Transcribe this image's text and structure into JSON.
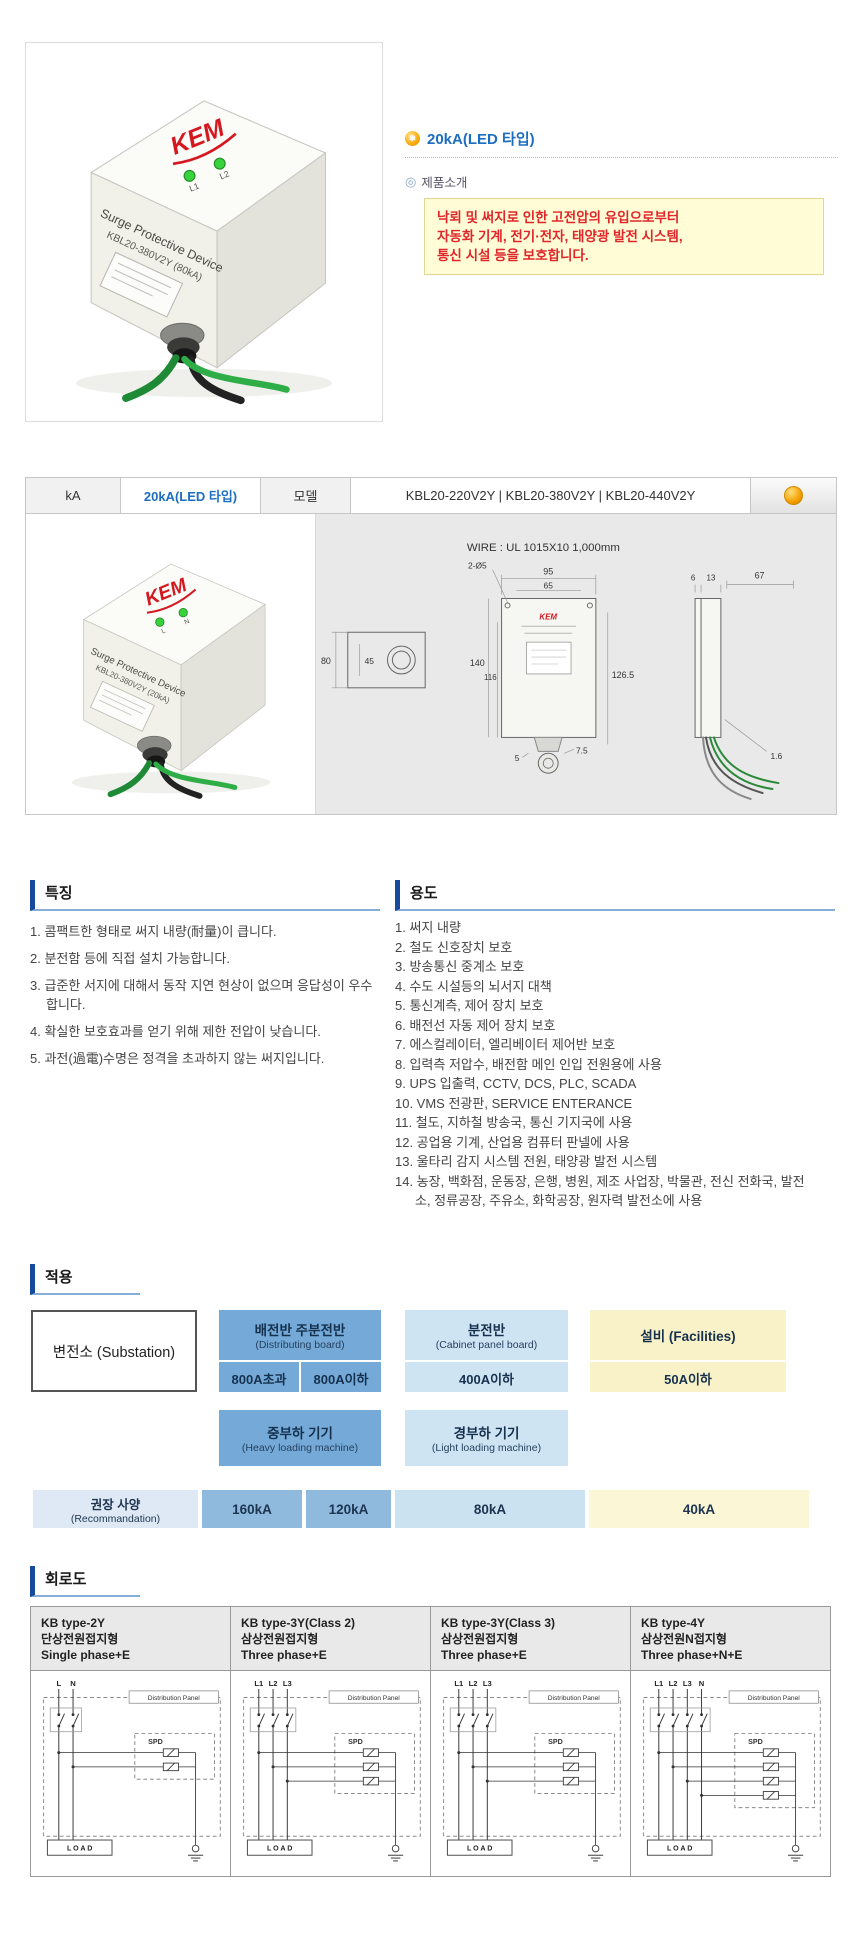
{
  "intro": {
    "title": "20kA(LED 타입)",
    "section_label": "제품소개",
    "note_lines": [
      "낙뢰 및 써지로 인한 고전압의 유입으로부터",
      "자동화 기계, 전기·전자, 태양광 발전 시스템,",
      "통신 시설 등을 보호합니다."
    ]
  },
  "device": {
    "brand": "KEM",
    "name": "Surge Protective Device",
    "photo_main": {
      "model": "KBL20-380V2Y (80kA)",
      "leds": [
        "L1",
        "L2"
      ]
    },
    "photo_table": {
      "model": "KBL20-380V2Y (20kA)",
      "leds": [
        "L",
        "N"
      ]
    }
  },
  "spec_table": {
    "kA_label": "kA",
    "type_label": "20kA(LED 타입)",
    "model_label": "모델",
    "models": "KBL20-220V2Y | KBL20-380V2Y | KBL20-440V2Y",
    "wire_note": "WIRE : UL 1015X10 1,000mm",
    "dims": {
      "width": "95",
      "width_inner": "65",
      "holes": "2-Ø5",
      "height": "140",
      "height_inner": "116",
      "height_total": "126.5",
      "side_height": "80",
      "side_width": "45",
      "gap1": "6",
      "gap2": "13",
      "wire_len": "67",
      "bottom1": "5",
      "bottom2": "7.5",
      "thickness": "1.6"
    }
  },
  "features": {
    "title": "특징",
    "items": [
      "1. 콤팩트한 형태로 써지 내량(耐量)이 큽니다.",
      "2. 분전함 등에 직접 설치 가능합니다.",
      "3. 급준한 서지에 대해서 동작 지연 현상이 없으며 응답성이 우수합니다.",
      "4. 확실한 보호효과를 얻기 위해 제한 전압이 낮습니다.",
      "5. 과전(過電)수명은 정격을 초과하지 않는 써지입니다."
    ]
  },
  "usage": {
    "title": "용도",
    "items": [
      "1. 써지 내량",
      "2. 철도 신호장치 보호",
      "3. 방송통신 중계소 보호",
      "4. 수도 시설등의 뇌서지 대책",
      "5. 통신계측, 제어 장치 보호",
      "6. 배전선 자동 제어 장치 보호",
      "7. 에스컬레이터, 엘리베이터 제어반 보호",
      "8. 입력측 저압수, 배전함 메인 인입 전원용에 사용",
      "9. UPS 입출력, CCTV, DCS, PLC, SCADA",
      "10. VMS 전광판, SERVICE ENTERANCE",
      "11. 철도, 지하철 방송국, 통신 기지국에 사용",
      "12. 공업용 기계, 산업용 컴퓨터 판넬에 사용",
      "13. 울타리 감지 시스템 전원, 태양광 발전 시스템",
      "14. 농장, 백화점, 운동장, 은행, 병원, 제조 사업장, 박물관, 전신 전화국, 발전소, 정류공장, 주유소, 화학공장, 원자력 발전소에 사용"
    ]
  },
  "application": {
    "title": "적용",
    "substation": "변전소 (Substation)",
    "distributing": {
      "ko": "배전반 주분전반",
      "en": "(Distributing board)",
      "cells": [
        "800A초과",
        "800A이하"
      ]
    },
    "cabinet": {
      "ko": "분전반",
      "en": "(Cabinet panel board)",
      "cell": "400A이하"
    },
    "facilities": {
      "ko": "설비 (Facilities)",
      "cell": "50A이하"
    },
    "heavy": {
      "ko": "중부하 기기",
      "en": "(Heavy loading machine)"
    },
    "light": {
      "ko": "경부하 기기",
      "en": "(Light loading machine)"
    },
    "recommend": {
      "ko": "권장 사양",
      "en": "(Recommandation)",
      "values": [
        "160kA",
        "120kA",
        "80kA",
        "40kA"
      ]
    }
  },
  "circuit": {
    "title": "회로도",
    "panel_label": "Distribution Panel",
    "spd_label": "SPD",
    "load_label": "L O A D",
    "columns": [
      {
        "name": "KB type-2Y",
        "type_ko": "단상전원접지형",
        "type_en": "Single phase+E",
        "phases": [
          "L",
          "N"
        ]
      },
      {
        "name": "KB type-3Y(Class 2)",
        "type_ko": "삼상전원접지형",
        "type_en": "Three phase+E",
        "phases": [
          "L1",
          "L2",
          "L3"
        ]
      },
      {
        "name": "KB type-3Y(Class 3)",
        "type_ko": "삼상전원접지형",
        "type_en": "Three phase+E",
        "phases": [
          "L1",
          "L2",
          "L3"
        ]
      },
      {
        "name": "KB type-4Y",
        "type_ko": "삼상전원N접지형",
        "type_en": "Three phase+N+E",
        "phases": [
          "L1",
          "L2",
          "L3",
          "N"
        ]
      }
    ]
  },
  "colors": {
    "accent_blue": "#1d6ec0",
    "note_red": "#e0262a",
    "note_bg": "#fffcd6",
    "app_blue": "#74a9d8",
    "app_light_blue": "#cfe4f3",
    "app_yellow": "#f9f2c8",
    "recommend_strong": "#8fbade",
    "recommend_light": "#cbe2f1",
    "recommend_yellow": "#fbf6d5"
  }
}
